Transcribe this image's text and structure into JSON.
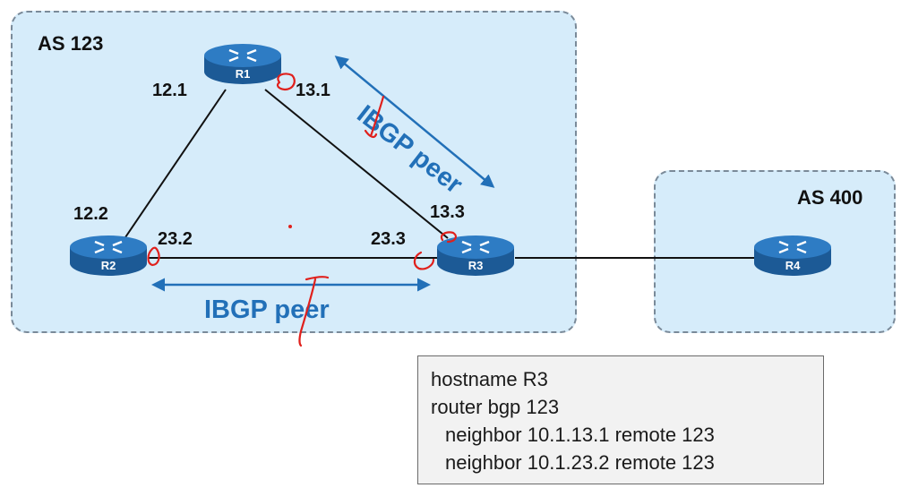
{
  "autonomous_systems": [
    {
      "label": "AS 123"
    },
    {
      "label": "AS 400"
    }
  ],
  "routers": [
    "R1",
    "R2",
    "R3",
    "R4"
  ],
  "interface_labels": {
    "r1_to_r2": "12.1",
    "r1_to_r3": "13.1",
    "r2_to_r1": "12.2",
    "r2_to_r3": "23.2",
    "r3_to_r2": "23.3",
    "r3_to_r1": "13.3"
  },
  "peer_labels": {
    "r1_r3": "IBGP peer",
    "r2_r3": "IBGP peer"
  },
  "config": {
    "lines": [
      "hostname R3",
      "router bgp 123",
      "neighbor 10.1.13.1 remote 123",
      "neighbor 10.1.23.2 remote 123"
    ]
  },
  "colors": {
    "as_fill": "#d6ecfa",
    "router_blue": "#1f5f9e",
    "peer_arrow": "#2270b8",
    "annotation_red": "#e0201c"
  }
}
